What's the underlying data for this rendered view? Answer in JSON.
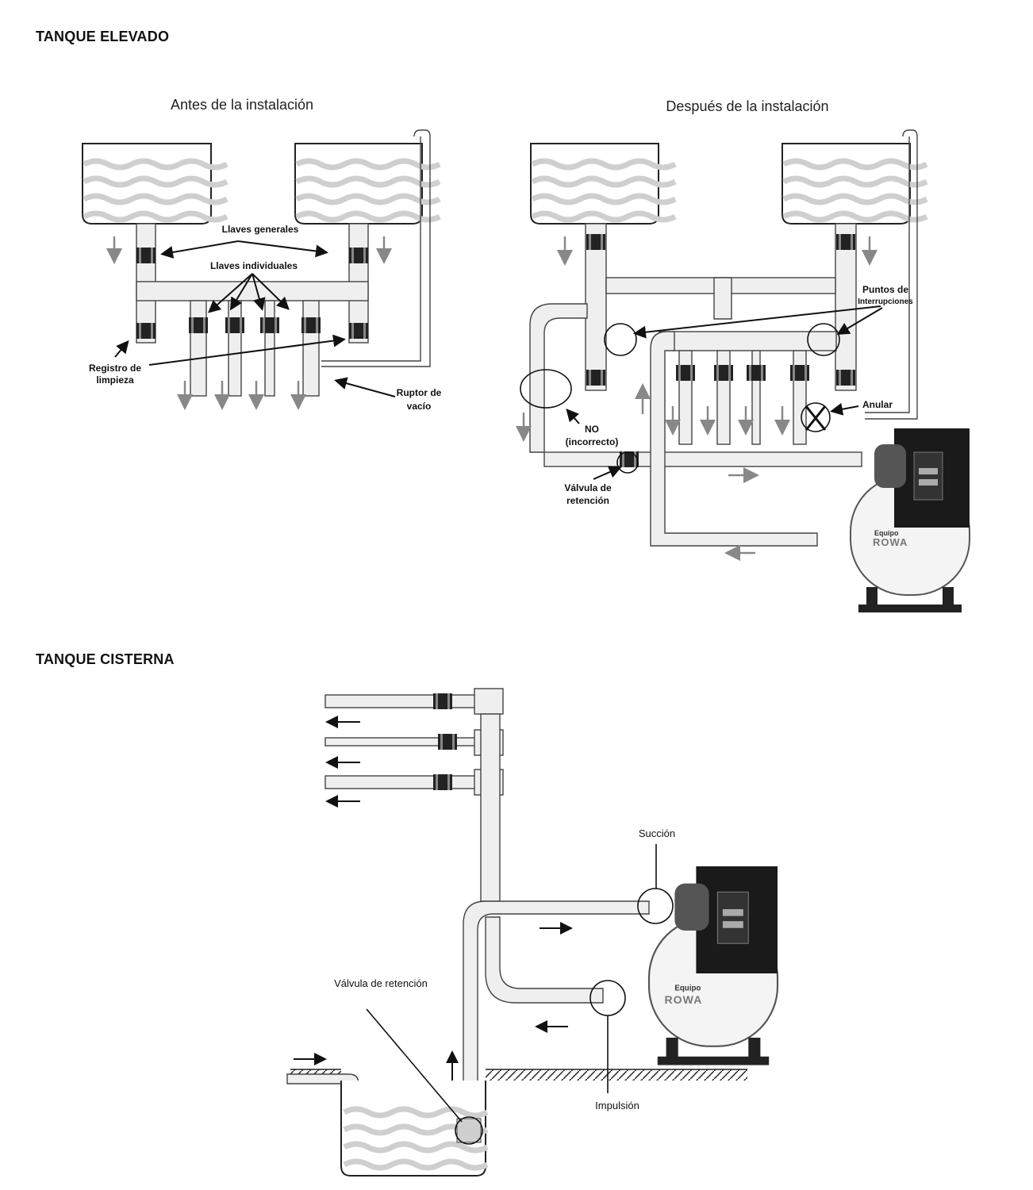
{
  "sections": {
    "elevado": "TANQUE ELEVADO",
    "cisterna": "TANQUE CISTERNA"
  },
  "elevado": {
    "before_title": "Antes de la instalación",
    "after_title": "Después de la instalación",
    "before_labels": {
      "llaves_generales": "Llaves generales",
      "llaves_individuales": "Llaves individuales",
      "registro_1": "Registro de",
      "registro_2": "limpieza",
      "ruptor_1": "Ruptor de",
      "ruptor_2": "vacío"
    },
    "after_labels": {
      "puntos_1": "Puntos de",
      "puntos_2": "Interrupciones",
      "anular": "Anular",
      "no_1": "NO",
      "no_2": "(incorrecto)",
      "valvula_1": "Válvula de",
      "valvula_2": "retención",
      "pump_brand_small": "Equipo",
      "pump_brand": "ROWA"
    }
  },
  "cisterna": {
    "labels": {
      "succion": "Succión",
      "impulsion": "Impulsión",
      "valvula": "Válvula de retención",
      "pump_brand_small": "Equipo",
      "pump_brand": "ROWA"
    }
  },
  "colors": {
    "pipe_fill": "#efefef",
    "pipe_stroke": "#444444",
    "water_wave": "#cfcfcf",
    "flow_arrow": "#888888",
    "pump_body": "#1a1a1a"
  }
}
